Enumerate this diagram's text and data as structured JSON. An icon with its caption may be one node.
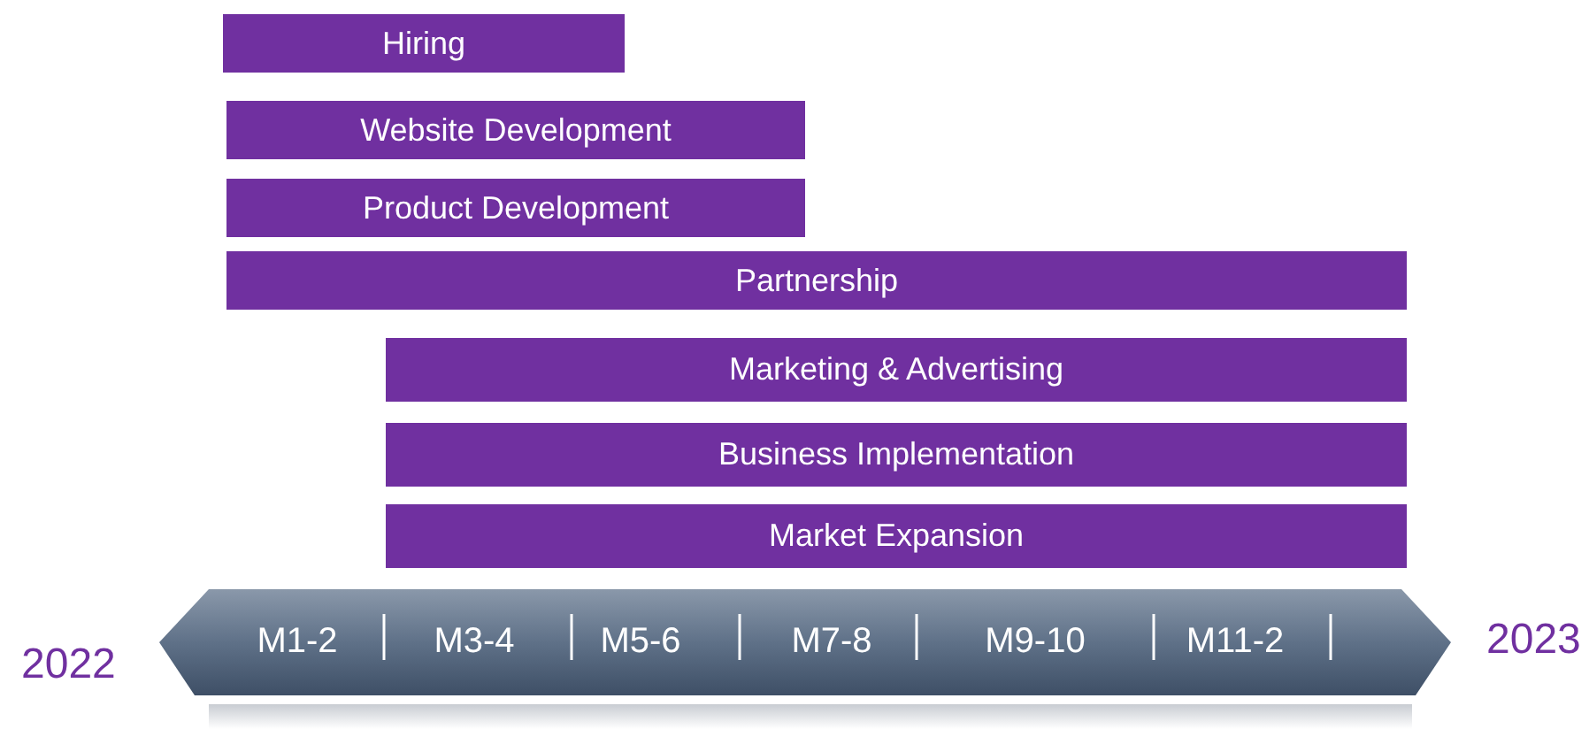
{
  "diagram": {
    "nodes": [
      {
        "text": [
          "Hiring"
        ]
      },
      {
        "text": [
          "Website Development"
        ]
      },
      {
        "text": [
          "Product Development"
        ]
      },
      {
        "text": [
          "Partnership"
        ]
      },
      {
        "text": [
          "Marketing & Advertising"
        ]
      },
      {
        "text": [
          "Business Implementation"
        ]
      },
      {
        "text": [
          "Market Expansion"
        ]
      },
      {
        "text": [
          "M1-2",
          "M3-4",
          "M5-6",
          "M7-8",
          "M9-10",
          "M11-2"
        ]
      }
    ],
    "labels": [
      "2022",
      "2023"
    ]
  }
}
